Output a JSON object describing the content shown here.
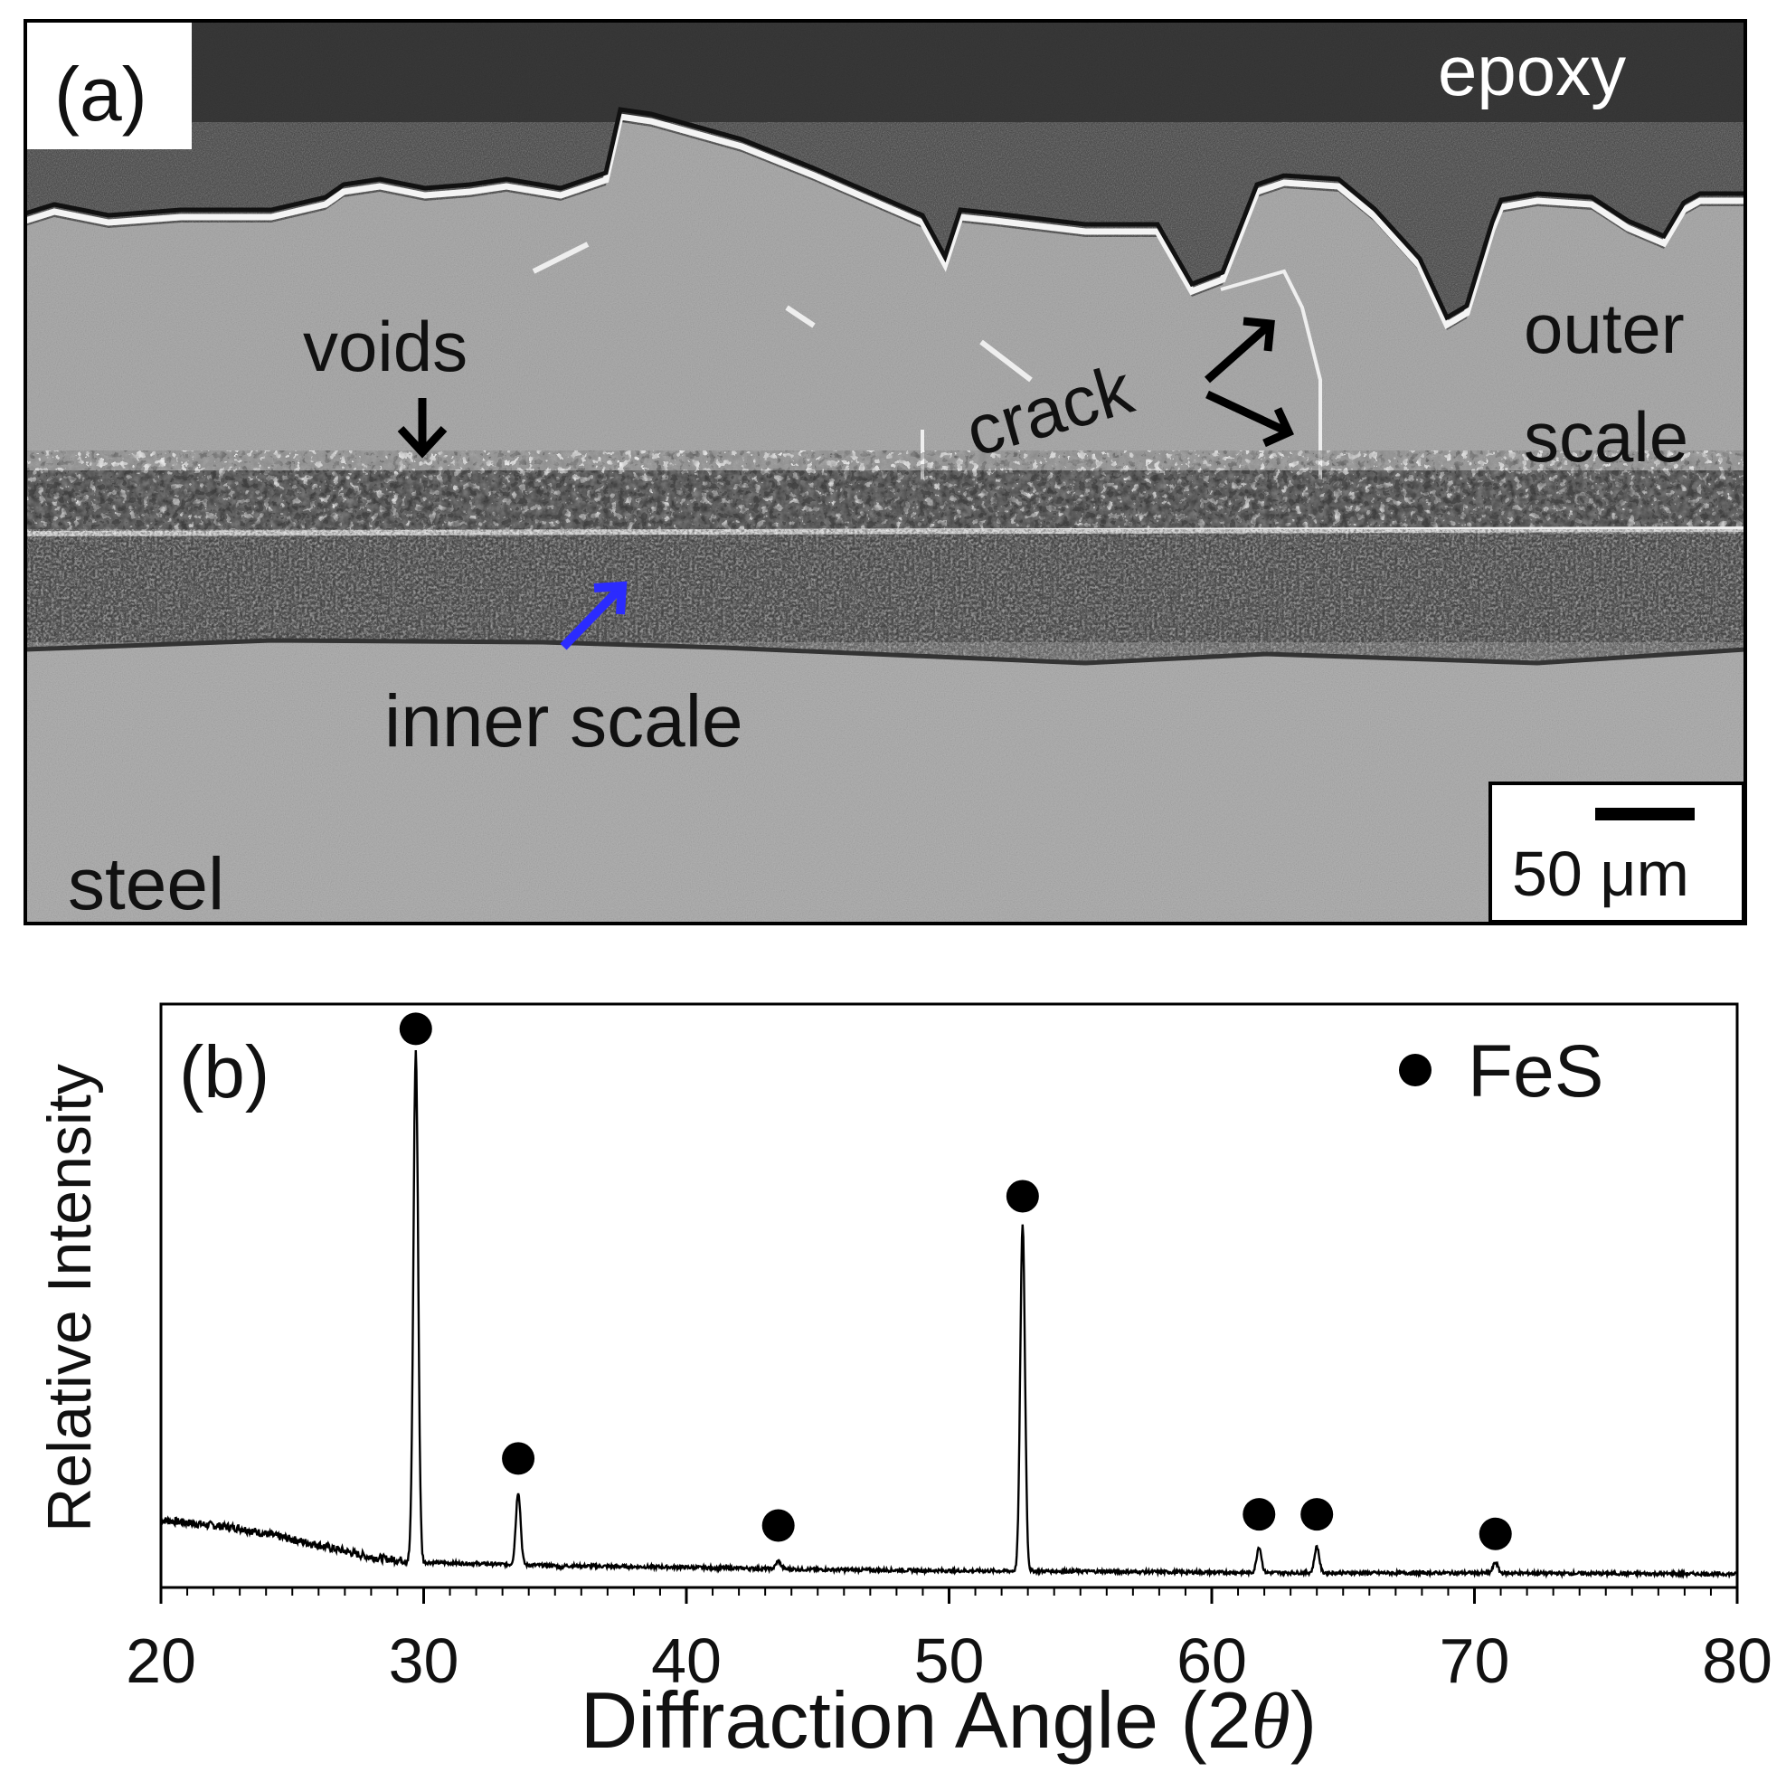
{
  "panel_a": {
    "label": "(a)",
    "annotations": {
      "epoxy": "epoxy",
      "outer_scale_line1": "outer",
      "outer_scale_line2": "scale",
      "voids": "voids",
      "crack": "crack",
      "inner_scale": "inner scale",
      "steel": "steel"
    },
    "scale_bar": "50 μm",
    "colors": {
      "inner_scale_arrow": "#2b2bff"
    }
  },
  "chart_data": {
    "type": "line",
    "panel_label": "(b)",
    "xlabel_prefix": "Diffraction Angle (2",
    "xlabel_symbol": "θ",
    "xlabel_suffix": ")",
    "ylabel": "Relative Intensity",
    "xlim": [
      20,
      80
    ],
    "ylim": [
      0,
      100
    ],
    "xticks": [
      20,
      30,
      40,
      50,
      60,
      70,
      80
    ],
    "legend": {
      "marker": "filled-circle",
      "label": "FeS",
      "position": "top-right"
    },
    "baseline": [
      [
        20,
        10
      ],
      [
        23,
        8.5
      ],
      [
        26,
        5.5
      ],
      [
        28,
        3.3
      ],
      [
        30,
        2.4
      ],
      [
        35,
        1.8
      ],
      [
        40,
        1.5
      ],
      [
        45,
        1.1
      ],
      [
        50,
        0.9
      ],
      [
        55,
        0.8
      ],
      [
        60,
        0.6
      ],
      [
        65,
        0.5
      ],
      [
        70,
        0.5
      ],
      [
        75,
        0.4
      ],
      [
        80,
        0.3
      ]
    ],
    "peaks": [
      {
        "x": 29.7,
        "y": 94
      },
      {
        "x": 33.6,
        "y": 15
      },
      {
        "x": 35.2,
        "y": 1.5
      },
      {
        "x": 43.5,
        "y": 2.6
      },
      {
        "x": 52.8,
        "y": 63
      },
      {
        "x": 61.8,
        "y": 5.2
      },
      {
        "x": 64.0,
        "y": 5.2
      },
      {
        "x": 70.8,
        "y": 2.4
      }
    ],
    "fes_markers": [
      {
        "x": 29.7,
        "y": 98
      },
      {
        "x": 33.6,
        "y": 21
      },
      {
        "x": 43.5,
        "y": 9
      },
      {
        "x": 52.8,
        "y": 68
      },
      {
        "x": 61.8,
        "y": 11
      },
      {
        "x": 64.0,
        "y": 11
      },
      {
        "x": 70.8,
        "y": 7.5
      }
    ]
  }
}
